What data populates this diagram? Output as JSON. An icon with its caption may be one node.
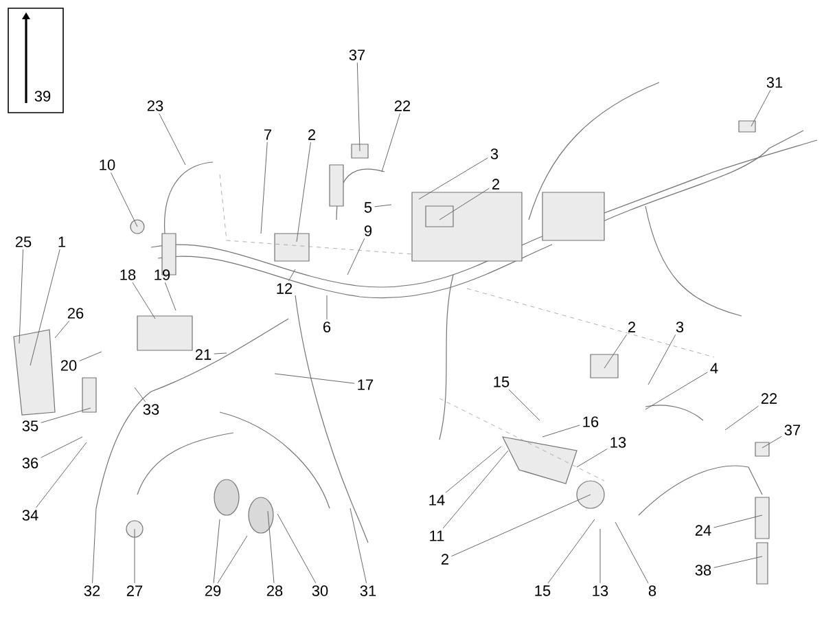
{
  "diagram": {
    "nodes": [
      {
        "text": [
          "25"
        ]
      },
      {
        "text": [
          "1"
        ]
      },
      {
        "text": [
          "18"
        ]
      },
      {
        "text": [
          "19"
        ]
      },
      {
        "text": [
          "26"
        ]
      },
      {
        "text": [
          "20"
        ]
      },
      {
        "text": [
          "10"
        ]
      },
      {
        "text": [
          "23"
        ]
      },
      {
        "text": [
          "7"
        ]
      },
      {
        "text": [
          "2"
        ]
      },
      {
        "text": [
          "37"
        ]
      },
      {
        "text": [
          "22"
        ]
      },
      {
        "text": [
          "3"
        ]
      },
      {
        "text": [
          "2"
        ]
      },
      {
        "text": [
          "5"
        ]
      },
      {
        "text": [
          "9"
        ]
      },
      {
        "text": [
          "12"
        ]
      },
      {
        "text": [
          "6"
        ]
      },
      {
        "text": [
          "21"
        ]
      },
      {
        "text": [
          "17"
        ]
      },
      {
        "text": [
          "33"
        ]
      },
      {
        "text": [
          "35"
        ]
      },
      {
        "text": [
          "36"
        ]
      },
      {
        "text": [
          "34"
        ]
      },
      {
        "text": [
          "32"
        ]
      },
      {
        "text": [
          "27"
        ]
      },
      {
        "text": [
          "29"
        ]
      },
      {
        "text": [
          "28"
        ]
      },
      {
        "text": [
          "30"
        ]
      },
      {
        "text": [
          "31"
        ]
      },
      {
        "text": [
          "31"
        ]
      },
      {
        "text": [
          "15"
        ]
      },
      {
        "text": [
          "16"
        ]
      },
      {
        "text": [
          "13"
        ]
      },
      {
        "text": [
          "14"
        ]
      },
      {
        "text": [
          "11"
        ]
      },
      {
        "text": [
          "2"
        ]
      },
      {
        "text": [
          "15"
        ]
      },
      {
        "text": [
          "13"
        ]
      },
      {
        "text": [
          "8"
        ]
      },
      {
        "text": [
          "24"
        ]
      },
      {
        "text": [
          "38"
        ]
      },
      {
        "text": [
          "2"
        ]
      },
      {
        "text": [
          "3"
        ]
      },
      {
        "text": [
          "4"
        ]
      },
      {
        "text": [
          "22"
        ]
      },
      {
        "text": [
          "37"
        ]
      }
    ],
    "edges": [
      {
        "from": 0,
        "to": null,
        "arrow": "none"
      },
      {
        "from": 1,
        "to": null,
        "arrow": "none"
      },
      {
        "from": 2,
        "to": null,
        "arrow": "none"
      },
      {
        "from": 3,
        "to": null,
        "arrow": "none"
      },
      {
        "from": 4,
        "to": null,
        "arrow": "none"
      },
      {
        "from": 5,
        "to": null,
        "arrow": "none"
      },
      {
        "from": 6,
        "to": null,
        "arrow": "none"
      },
      {
        "from": 7,
        "to": null,
        "arrow": "none"
      },
      {
        "from": 8,
        "to": null,
        "arrow": "none"
      },
      {
        "from": 9,
        "to": null,
        "arrow": "none"
      },
      {
        "from": 10,
        "to": null,
        "arrow": "none"
      },
      {
        "from": 11,
        "to": null,
        "arrow": "none"
      },
      {
        "from": 12,
        "to": null,
        "arrow": "none"
      },
      {
        "from": 13,
        "to": null,
        "arrow": "none"
      },
      {
        "from": 14,
        "to": null,
        "arrow": "none"
      },
      {
        "from": 15,
        "to": null,
        "arrow": "none"
      },
      {
        "from": 16,
        "to": null,
        "arrow": "none"
      },
      {
        "from": 17,
        "to": null,
        "arrow": "none"
      },
      {
        "from": 18,
        "to": null,
        "arrow": "none"
      },
      {
        "from": 19,
        "to": null,
        "arrow": "none"
      },
      {
        "from": 20,
        "to": null,
        "arrow": "none"
      },
      {
        "from": 21,
        "to": null,
        "arrow": "none"
      },
      {
        "from": 22,
        "to": null,
        "arrow": "none"
      },
      {
        "from": 23,
        "to": null,
        "arrow": "none"
      },
      {
        "from": 24,
        "to": null,
        "arrow": "none"
      },
      {
        "from": 25,
        "to": null,
        "arrow": "none"
      },
      {
        "from": 26,
        "to": null,
        "arrow": "none"
      },
      {
        "from": 26,
        "to": null,
        "arrow": "none"
      },
      {
        "from": 27,
        "to": null,
        "arrow": "none"
      },
      {
        "from": 28,
        "to": null,
        "arrow": "none"
      },
      {
        "from": 29,
        "to": null,
        "arrow": "none"
      },
      {
        "from": 30,
        "to": null,
        "arrow": "none"
      },
      {
        "from": 31,
        "to": null,
        "arrow": "none"
      },
      {
        "from": 32,
        "to": null,
        "arrow": "none"
      },
      {
        "from": 33,
        "to": null,
        "arrow": "none"
      },
      {
        "from": 34,
        "to": null,
        "arrow": "none"
      },
      {
        "from": 35,
        "to": null,
        "arrow": "none"
      },
      {
        "from": 36,
        "to": null,
        "arrow": "none"
      },
      {
        "from": 37,
        "to": null,
        "arrow": "none"
      },
      {
        "from": 38,
        "to": null,
        "arrow": "none"
      },
      {
        "from": 39,
        "to": null,
        "arrow": "none"
      },
      {
        "from": 40,
        "to": null,
        "arrow": "none"
      },
      {
        "from": 41,
        "to": null,
        "arrow": "none"
      },
      {
        "from": 42,
        "to": null,
        "arrow": "none"
      },
      {
        "from": 43,
        "to": null,
        "arrow": "none"
      },
      {
        "from": 44,
        "to": null,
        "arrow": "none"
      },
      {
        "from": 45,
        "to": null,
        "arrow": "none"
      },
      {
        "from": 46,
        "to": null,
        "arrow": "none"
      }
    ],
    "labels": [
      "39"
    ]
  }
}
